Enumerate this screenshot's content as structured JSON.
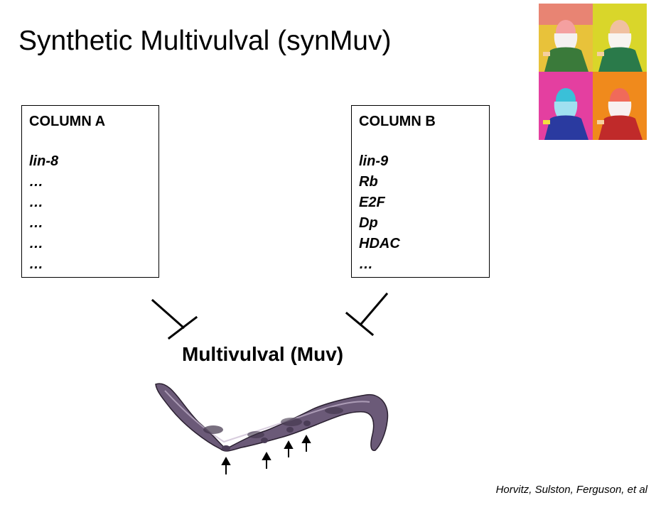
{
  "title": "Synthetic Multivulval (synMuv)",
  "column_a": {
    "heading": "COLUMN A",
    "items": [
      "lin-8",
      "…",
      "…",
      "…",
      "…",
      "…"
    ]
  },
  "column_b": {
    "heading": "COLUMN B",
    "items": [
      "lin-9",
      "Rb",
      "E2F",
      "Dp",
      "HDAC",
      "…"
    ]
  },
  "result_label": "Multivulval (Muv)",
  "citation": "Horvitz, Sulston, Ferguson, et al",
  "colors": {
    "panel_tl": "#e8c23a",
    "panel_tr": "#d9d62a",
    "panel_bl": "#e43fa0",
    "panel_br": "#f08a1c",
    "worm_body": "#5a4a6a"
  }
}
